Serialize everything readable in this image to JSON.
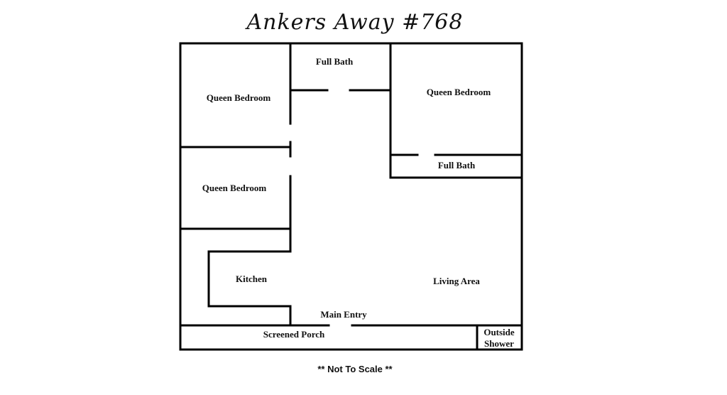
{
  "title": "Ankers Away #768",
  "note": "** Not To Scale **",
  "rooms": {
    "queen_bedroom_1": "Queen Bedroom",
    "full_bath_1": "Full Bath",
    "queen_bedroom_2": "Queen Bedroom",
    "full_bath_2": "Full Bath",
    "queen_bedroom_3": "Queen Bedroom",
    "kitchen": "Kitchen",
    "living_area": "Living Area",
    "main_entry": "Main Entry",
    "screened_porch": "Screened Porch",
    "outside_shower": "Outside Shower"
  }
}
